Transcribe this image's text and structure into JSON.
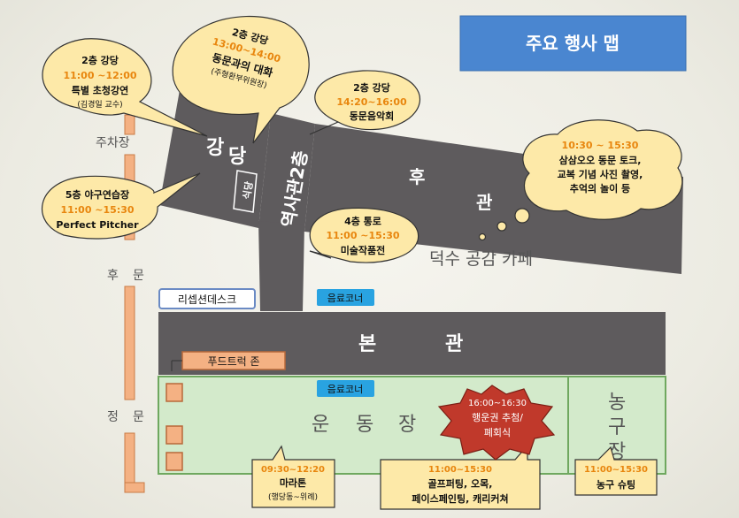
{
  "title": "주요 행사 맵",
  "colors": {
    "building": "#5e5b5d",
    "bubble": "#fde9a8",
    "time": "#e8860e",
    "field": "#d3eacb",
    "field_border": "#6fa85f",
    "drink": "#29a3e1",
    "reception_border": "#6a8ac4",
    "food": "#f4b183",
    "title_bg": "#4a86d0",
    "lottery": "#c0392b"
  },
  "buildings": {
    "auditorium": [
      "강",
      "당"
    ],
    "cafeteria": "식당",
    "history_hall": "역사관2층",
    "rear_hall": [
      "후",
      "관"
    ],
    "main_hall": [
      "본",
      "관"
    ],
    "field": [
      "운",
      "동",
      "장"
    ],
    "basketball": [
      "농",
      "구",
      "장"
    ]
  },
  "side_labels": {
    "parking": "주차장",
    "rear_gate": [
      "후",
      "문"
    ],
    "main_gate": [
      "정",
      "문"
    ]
  },
  "places": {
    "cafe": "덕수 공감 카페",
    "reception": "리셉션데스크",
    "drink_corner_top": "음료코너",
    "drink_corner_field": "음료코너",
    "food_truck": "푸드트럭 존"
  },
  "bubbles": {
    "lecture": {
      "title": "2층 강당",
      "time": "11:00 ~12:00",
      "name": "특별 초청강연",
      "sub": "(김경일 교수)"
    },
    "dialogue": {
      "title": "2층 강당",
      "time": "13:00~14:00",
      "name": "동문과의 대화",
      "sub": "(주형환부위원장)"
    },
    "concert": {
      "title": "2층 강당",
      "time": "14:20~16:00",
      "name": "동문음악회"
    },
    "talk": {
      "time": "10:30 ~ 15:30",
      "lines": [
        "삼삼오오 동문 토크,",
        "교복 기념 사진 촬영,",
        "추억의 놀이 등"
      ]
    },
    "baseball": {
      "title": "5층 야구연습장",
      "time": "11:00 ~15:30",
      "name": "Perfect Pitcher"
    },
    "art": {
      "title": "4층 통로",
      "time": "11:00 ~15:30",
      "name": "미술작품전"
    },
    "marathon": {
      "time": "09:30~12:20",
      "name": "마라톤",
      "sub": "(행당동~위례)"
    },
    "games": {
      "time": "11:00~15:30",
      "lines": [
        "골프퍼팅, 오목,",
        "페이스페인팅, 캐리커쳐"
      ]
    },
    "basketball": {
      "time": "11:00~15:30",
      "name": "농구 슈팅"
    },
    "lottery": {
      "time": "16:00~16:30",
      "lines": [
        "행운권 추첨/",
        "폐회식"
      ]
    }
  }
}
